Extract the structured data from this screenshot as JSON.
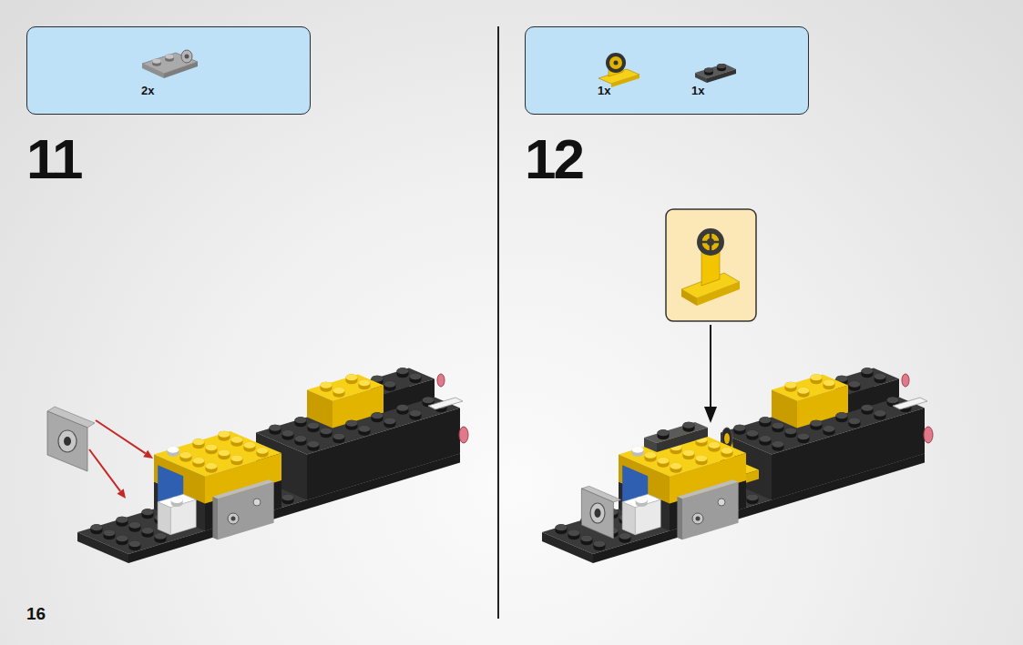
{
  "diagram": {
    "nodes": [
      {
        "text": [
          "2x"
        ]
      },
      {
        "text": [
          "1x",
          "1x"
        ]
      }
    ],
    "labels": [
      "11",
      "12",
      "16"
    ]
  }
}
